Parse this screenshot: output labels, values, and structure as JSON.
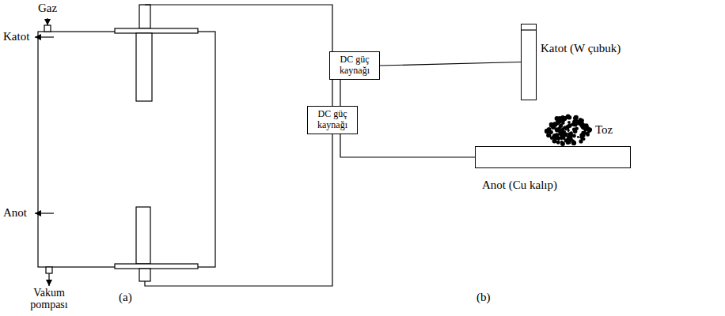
{
  "diagram": {
    "nodes": [
      {
        "text": [
          "DC güç kaynağı"
        ]
      },
      {
        "text": [
          "DC güç kaynağı"
        ]
      },
      {
        "text": [
          "Katot (W çubuk)"
        ]
      },
      {
        "text": [
          "Anot (Cu kalıp)"
        ]
      }
    ],
    "edges": [
      {
        "from": 1,
        "to": 2,
        "arrow": "none"
      },
      {
        "from": 1,
        "to": 3,
        "arrow": "none"
      }
    ],
    "labels": [
      "Gaz",
      "Katot",
      "Anot",
      "Vakum pompası",
      "Toz",
      "(a)",
      "(b)"
    ]
  }
}
